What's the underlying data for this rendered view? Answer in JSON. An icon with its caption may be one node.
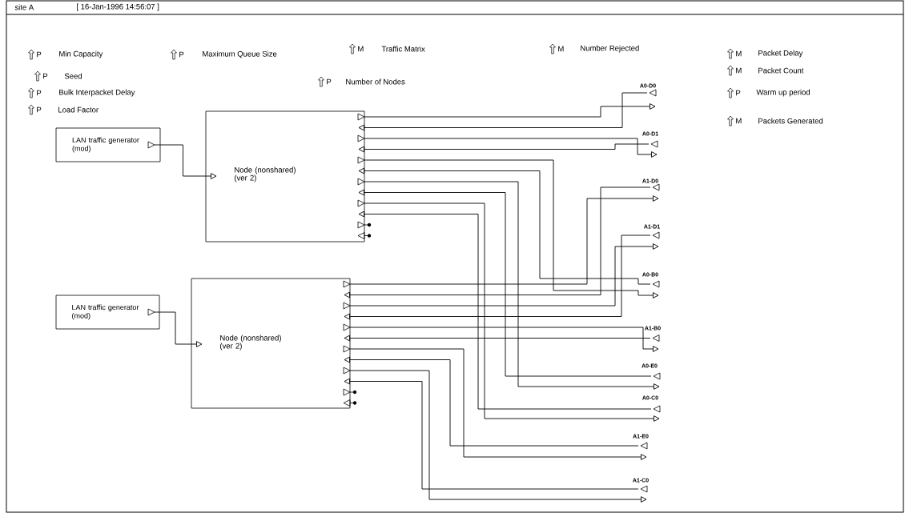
{
  "diagram": {
    "nodes": [
      {
        "text": [
          "LAN traffic generator (mod)"
        ]
      },
      {
        "text": [
          "Node (nonshared) (ver 2)"
        ]
      },
      {
        "text": [
          "LAN traffic generator (mod)"
        ]
      },
      {
        "text": [
          "Node (nonshared) (ver 2)"
        ]
      },
      {
        "text": [
          "A0-D0"
        ]
      },
      {
        "text": [
          "A0-D1"
        ]
      },
      {
        "text": [
          "A1-D0"
        ]
      },
      {
        "text": [
          "A1-D1"
        ]
      },
      {
        "text": [
          "A0-B0"
        ]
      },
      {
        "text": [
          "A1-B0"
        ]
      },
      {
        "text": [
          "A0-E0"
        ]
      },
      {
        "text": [
          "A0-C0"
        ]
      },
      {
        "text": [
          "A1-E0"
        ]
      },
      {
        "text": [
          "A1-C0"
        ]
      }
    ],
    "edges": [
      {
        "from": 0,
        "to": 1,
        "arrow": "to"
      },
      {
        "from": 2,
        "to": 3,
        "arrow": "to"
      },
      {
        "from": 1,
        "to": 4,
        "arrow": "to"
      },
      {
        "from": 4,
        "to": 1,
        "arrow": "to"
      },
      {
        "from": 1,
        "to": 5,
        "arrow": "to"
      },
      {
        "from": 5,
        "to": 1,
        "arrow": "to"
      },
      {
        "from": 1,
        "to": 8,
        "arrow": "to"
      },
      {
        "from": 8,
        "to": 1,
        "arrow": "to"
      },
      {
        "from": 1,
        "to": 10,
        "arrow": "to"
      },
      {
        "from": 10,
        "to": 1,
        "arrow": "to"
      },
      {
        "from": 1,
        "to": 11,
        "arrow": "to"
      },
      {
        "from": 11,
        "to": 1,
        "arrow": "to"
      },
      {
        "from": 3,
        "to": 6,
        "arrow": "to"
      },
      {
        "from": 6,
        "to": 3,
        "arrow": "to"
      },
      {
        "from": 3,
        "to": 7,
        "arrow": "to"
      },
      {
        "from": 7,
        "to": 3,
        "arrow": "to"
      },
      {
        "from": 3,
        "to": 9,
        "arrow": "to"
      },
      {
        "from": 9,
        "to": 3,
        "arrow": "to"
      },
      {
        "from": 3,
        "to": 12,
        "arrow": "to"
      },
      {
        "from": 12,
        "to": 3,
        "arrow": "to"
      },
      {
        "from": 3,
        "to": 13,
        "arrow": "to"
      },
      {
        "from": 13,
        "to": 3,
        "arrow": "to"
      }
    ],
    "labels": [
      "site A",
      "[ 16-Jan-1996 14:56:07 ]",
      "M",
      "Traffic Matrix",
      "M",
      "Number Rejected",
      "P",
      "Min Capacity",
      "P",
      "Maximum Queue Size",
      "M",
      "Packet Delay",
      "M",
      "Packet Count",
      "P",
      "Seed",
      "P",
      "Number of Nodes",
      "P",
      "Bulk Interpacket Delay",
      "P",
      "Warm up period",
      "P",
      "Load Factor",
      "M",
      "Packets Generated"
    ]
  }
}
